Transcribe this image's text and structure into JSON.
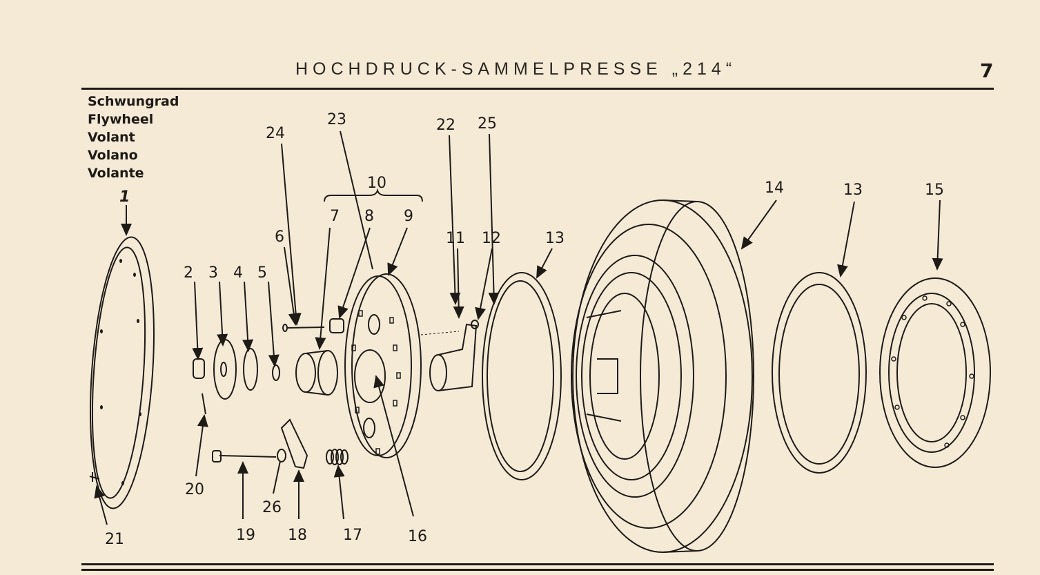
{
  "header": {
    "title": "HOCHDRUCK-SAMMELPRESSE „214“",
    "page_number": "7"
  },
  "legend": {
    "names": [
      "Schwungrad",
      "Flywheel",
      "Volant",
      "Volano",
      "Volante"
    ]
  },
  "callouts": {
    "n1": "1",
    "n2": "2",
    "n3": "3",
    "n4": "4",
    "n5": "5",
    "n6": "6",
    "n7": "7",
    "n8": "8",
    "n9": "9",
    "n10": "10",
    "n11": "11",
    "n12": "12",
    "n13a": "13",
    "n13b": "13",
    "n14": "14",
    "n15": "15",
    "n16": "16",
    "n17": "17",
    "n18": "18",
    "n19": "19",
    "n20": "20",
    "n21": "21",
    "n22": "22",
    "n23": "23",
    "n24": "24",
    "n25": "25",
    "n26": "26"
  }
}
